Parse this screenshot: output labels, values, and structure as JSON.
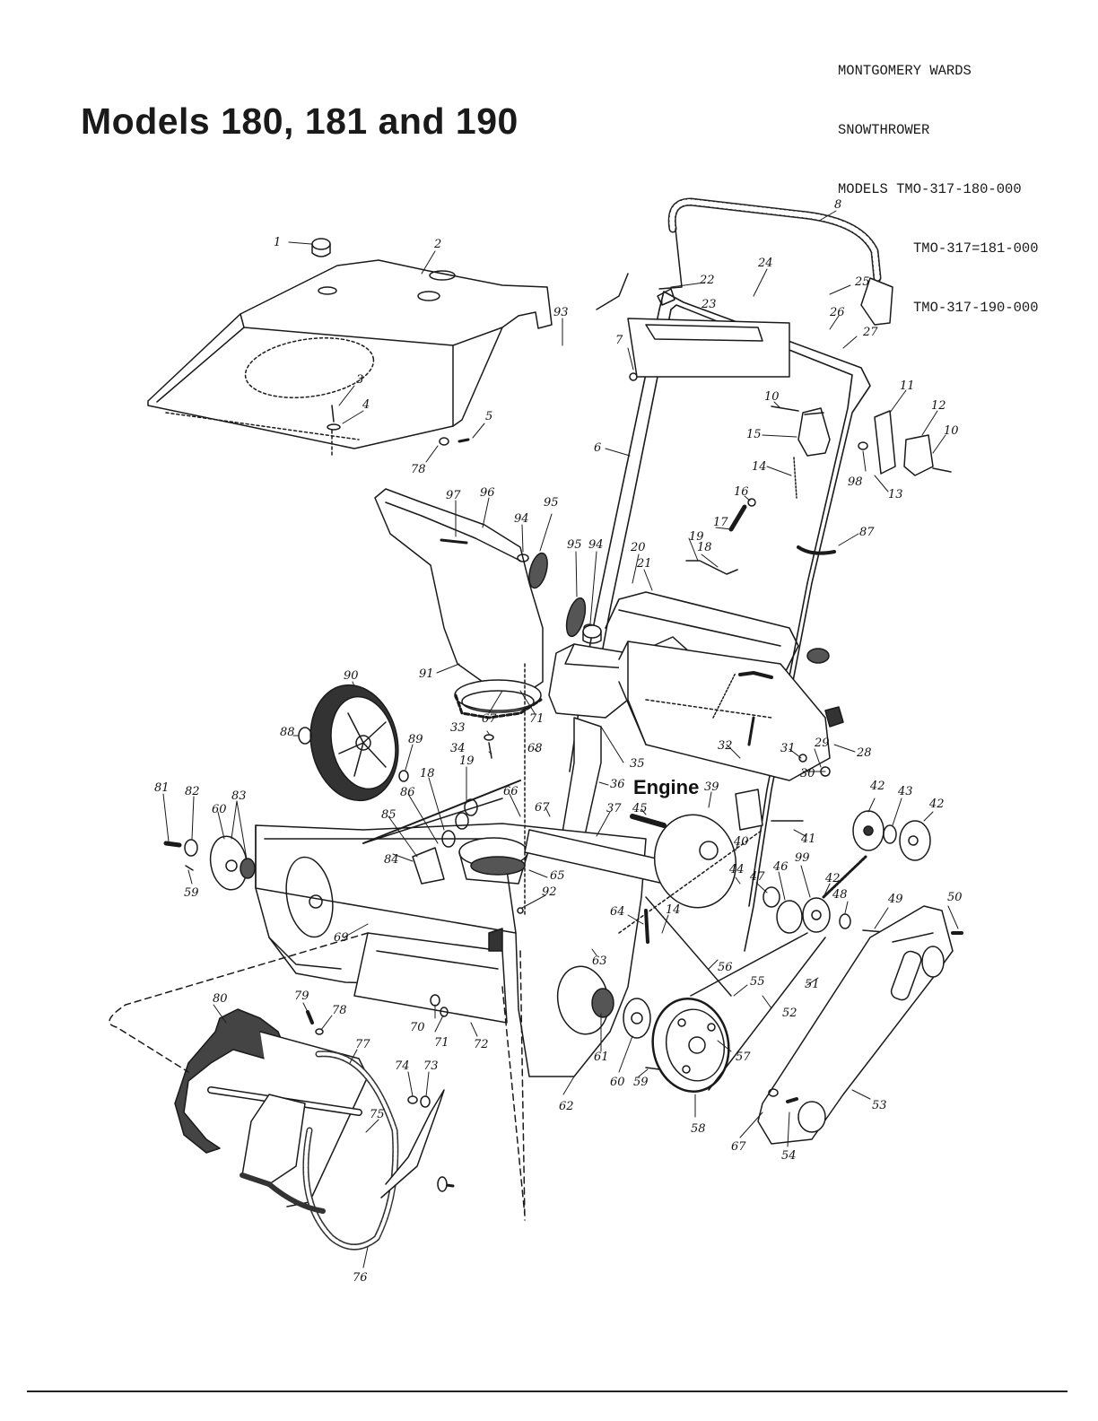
{
  "header": {
    "lines": [
      "MONTGOMERY WARDS",
      "SNOWTHROWER",
      "MODELS TMO-317-180-000",
      "TMO-317=181-000",
      "TMO-317-190-000"
    ]
  },
  "title": "Models 180, 181 and 190",
  "diagram": {
    "engine_label": "Engine",
    "callouts": [
      {
        "id": "c1",
        "n": "1"
      },
      {
        "id": "c2",
        "n": "2"
      },
      {
        "id": "c3",
        "n": "3"
      },
      {
        "id": "c4",
        "n": "4"
      },
      {
        "id": "c5",
        "n": "5"
      },
      {
        "id": "c78a",
        "n": "78"
      },
      {
        "id": "c6",
        "n": "6"
      },
      {
        "id": "c7",
        "n": "7"
      },
      {
        "id": "c8",
        "n": "8"
      },
      {
        "id": "c10a",
        "n": "10"
      },
      {
        "id": "c11",
        "n": "11"
      },
      {
        "id": "c12",
        "n": "12"
      },
      {
        "id": "c10b",
        "n": "10"
      },
      {
        "id": "c15",
        "n": "15"
      },
      {
        "id": "c14a",
        "n": "14"
      },
      {
        "id": "c98",
        "n": "98"
      },
      {
        "id": "c13",
        "n": "13"
      },
      {
        "id": "c97",
        "n": "97"
      },
      {
        "id": "c96",
        "n": "96"
      },
      {
        "id": "c94a",
        "n": "94"
      },
      {
        "id": "c95a",
        "n": "95"
      },
      {
        "id": "c95b",
        "n": "95"
      },
      {
        "id": "c94b",
        "n": "94"
      },
      {
        "id": "c20",
        "n": "20"
      },
      {
        "id": "c19a",
        "n": "19"
      },
      {
        "id": "c18a",
        "n": "18"
      },
      {
        "id": "c17",
        "n": "17"
      },
      {
        "id": "c16",
        "n": "16"
      },
      {
        "id": "c87",
        "n": "87"
      },
      {
        "id": "c21",
        "n": "21"
      },
      {
        "id": "c22",
        "n": "22"
      },
      {
        "id": "c23",
        "n": "23"
      },
      {
        "id": "c24",
        "n": "24"
      },
      {
        "id": "c25",
        "n": "25"
      },
      {
        "id": "c26",
        "n": "26"
      },
      {
        "id": "c27",
        "n": "27"
      },
      {
        "id": "c91",
        "n": "91"
      },
      {
        "id": "c93",
        "n": "93"
      },
      {
        "id": "c67a",
        "n": "67"
      },
      {
        "id": "c71a",
        "n": "71"
      },
      {
        "id": "c90",
        "n": "90"
      },
      {
        "id": "c88",
        "n": "88"
      },
      {
        "id": "c33",
        "n": "33"
      },
      {
        "id": "c34",
        "n": "34"
      },
      {
        "id": "c35",
        "n": "35"
      },
      {
        "id": "c32",
        "n": "32"
      },
      {
        "id": "c31",
        "n": "31"
      },
      {
        "id": "c29",
        "n": "29"
      },
      {
        "id": "c28",
        "n": "28"
      },
      {
        "id": "c30",
        "n": "30"
      },
      {
        "id": "c89",
        "n": "89"
      },
      {
        "id": "c19b",
        "n": "19"
      },
      {
        "id": "c18b",
        "n": "18"
      },
      {
        "id": "c68",
        "n": "68"
      },
      {
        "id": "c36",
        "n": "36"
      },
      {
        "id": "c81",
        "n": "81"
      },
      {
        "id": "c82",
        "n": "82"
      },
      {
        "id": "c83",
        "n": "83"
      },
      {
        "id": "c60a",
        "n": "60"
      },
      {
        "id": "c86",
        "n": "86"
      },
      {
        "id": "c66",
        "n": "66"
      },
      {
        "id": "c67b",
        "n": "67"
      },
      {
        "id": "c37",
        "n": "37"
      },
      {
        "id": "c45",
        "n": "45"
      },
      {
        "id": "c39",
        "n": "39"
      },
      {
        "id": "c40",
        "n": "40"
      },
      {
        "id": "c41",
        "n": "41"
      },
      {
        "id": "c42a",
        "n": "42"
      },
      {
        "id": "c43",
        "n": "43"
      },
      {
        "id": "c42b",
        "n": "42"
      },
      {
        "id": "c85",
        "n": "85"
      },
      {
        "id": "c84",
        "n": "84"
      },
      {
        "id": "c59a",
        "n": "59"
      },
      {
        "id": "c65",
        "n": "65"
      },
      {
        "id": "c92",
        "n": "92"
      },
      {
        "id": "c44",
        "n": "44"
      },
      {
        "id": "c47",
        "n": "47"
      },
      {
        "id": "c46",
        "n": "46"
      },
      {
        "id": "c99",
        "n": "99"
      },
      {
        "id": "c42c",
        "n": "42"
      },
      {
        "id": "c48",
        "n": "48"
      },
      {
        "id": "c49",
        "n": "49"
      },
      {
        "id": "c50",
        "n": "50"
      },
      {
        "id": "c64",
        "n": "64"
      },
      {
        "id": "c14b",
        "n": "14"
      },
      {
        "id": "c69",
        "n": "69"
      },
      {
        "id": "c63",
        "n": "63"
      },
      {
        "id": "c56",
        "n": "56"
      },
      {
        "id": "c55",
        "n": "55"
      },
      {
        "id": "c51",
        "n": "51"
      },
      {
        "id": "c52",
        "n": "52"
      },
      {
        "id": "c80",
        "n": "80"
      },
      {
        "id": "c79",
        "n": "79"
      },
      {
        "id": "c78b",
        "n": "78"
      },
      {
        "id": "c77",
        "n": "77"
      },
      {
        "id": "c70",
        "n": "70"
      },
      {
        "id": "c71b",
        "n": "71"
      },
      {
        "id": "c72",
        "n": "72"
      },
      {
        "id": "c61",
        "n": "61"
      },
      {
        "id": "c60b",
        "n": "60"
      },
      {
        "id": "c59b",
        "n": "59"
      },
      {
        "id": "c57",
        "n": "57"
      },
      {
        "id": "c74",
        "n": "74"
      },
      {
        "id": "c73",
        "n": "73"
      },
      {
        "id": "c62",
        "n": "62"
      },
      {
        "id": "c58",
        "n": "58"
      },
      {
        "id": "c67c",
        "n": "67"
      },
      {
        "id": "c54",
        "n": "54"
      },
      {
        "id": "c53",
        "n": "53"
      },
      {
        "id": "c75",
        "n": "75"
      },
      {
        "id": "c76",
        "n": "76"
      }
    ]
  }
}
